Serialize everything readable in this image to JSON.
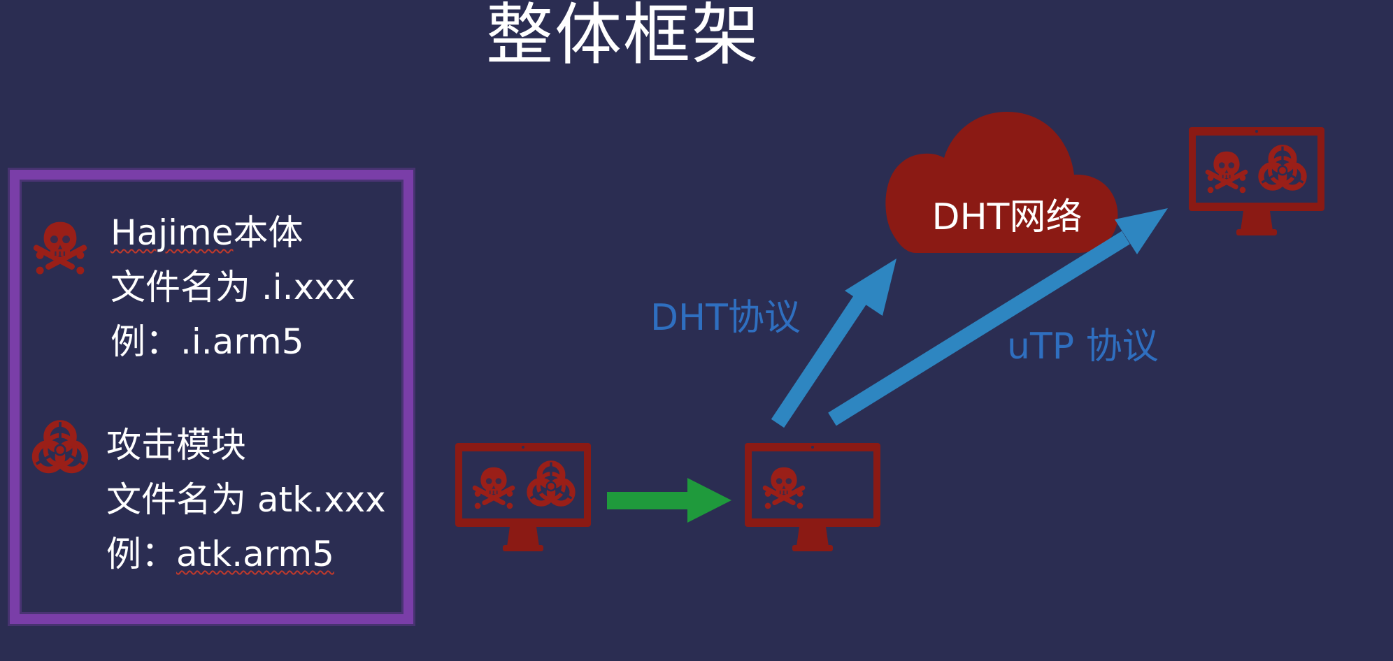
{
  "title": "整体框架",
  "legend": {
    "hajime": {
      "name": "Hajime本体",
      "name_prefix": "Hajime",
      "name_suffix": "本体",
      "filename": "文件名为 .i.xxx",
      "example": "例：.i.arm5"
    },
    "attack": {
      "name": "攻击模块",
      "filename": "文件名为 atk.xxx",
      "example_prefix": "例：",
      "example_value": "atk.arm5"
    }
  },
  "cloud": {
    "label": "DHT网络"
  },
  "protocols": {
    "dht": "DHT协议",
    "utp": "uTP 协议"
  },
  "colors": {
    "background": "#2b2d52",
    "monitor": "#8b1a14",
    "skull": "#9a1f18",
    "legend_border": "#7a3ea8",
    "green_arrow": "#1f9a3c",
    "blue_arrow": "#2e86c1",
    "protocol_text": "#2f6fc0"
  },
  "icons": [
    "skull-crossbones-icon",
    "biohazard-icon",
    "monitor-icon",
    "cloud-icon",
    "arrow-icon"
  ]
}
